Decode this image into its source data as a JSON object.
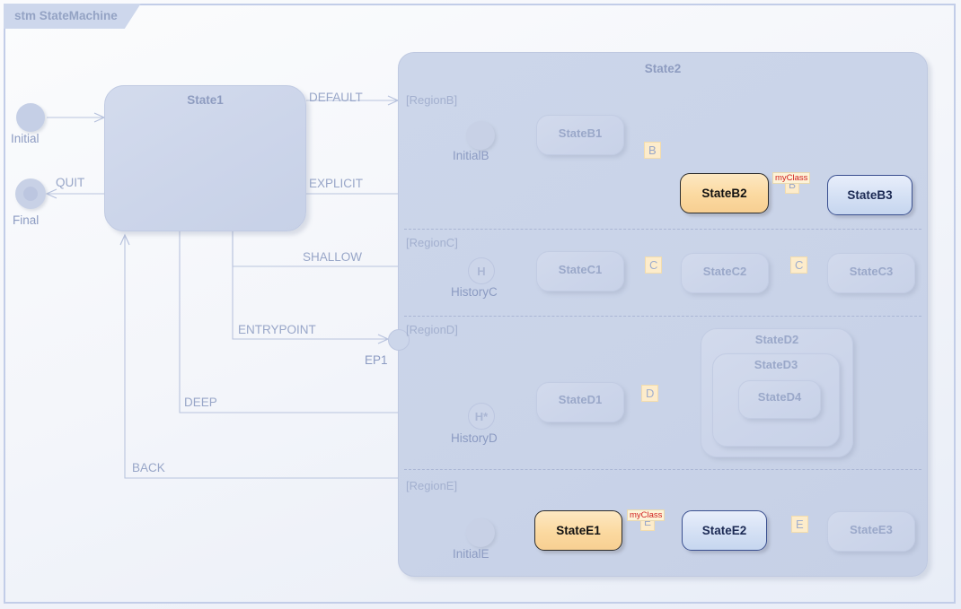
{
  "diagram": {
    "tab_label": "stm StateMachine",
    "title": "StateMachine",
    "kind": "UML State Machine Diagram",
    "colors": {
      "canvas_bg": "#f3f5fa",
      "frame_border": "#c2cde8",
      "tab_bg": "#cdd7ec",
      "state_fill": "#ccd5ea",
      "state_text": "#8e9cc0",
      "highlight_orange": "#fbd9a0",
      "highlight_blue": "#d4e0f4",
      "event_chip": "#fdeccb",
      "myclass_text": "#d02020"
    }
  },
  "top_level": {
    "initial": {
      "label": "Initial",
      "icon": "initial-pseudostate-icon"
    },
    "final": {
      "label": "Final",
      "icon": "final-state-icon"
    },
    "state1": {
      "label": "State1"
    }
  },
  "state2": {
    "label": "State2",
    "entry_point": {
      "label": "EP1",
      "icon": "entry-point-icon"
    },
    "regions": [
      {
        "label": "[RegionB]",
        "nodes": [
          {
            "name": "InitialB",
            "type": "initial",
            "icon": "initial-pseudostate-icon"
          },
          {
            "name": "StateB1",
            "type": "state",
            "style": "normal"
          },
          {
            "name": "StateB2",
            "type": "state",
            "style": "highlight-orange"
          },
          {
            "name": "StateB3",
            "type": "state",
            "style": "highlight-blue"
          }
        ],
        "transitions": [
          {
            "from": "InitialB",
            "to": "StateB1",
            "label": ""
          },
          {
            "from": "StateB1",
            "to": "StateB2",
            "label": "B"
          },
          {
            "from": "StateB2",
            "to": "StateB3",
            "label": "B",
            "stereotype": "myClass"
          }
        ]
      },
      {
        "label": "[RegionC]",
        "nodes": [
          {
            "name": "HistoryC",
            "type": "shallow-history",
            "icon": "shallow-history-icon",
            "glyph": "H"
          },
          {
            "name": "StateC1",
            "type": "state",
            "style": "normal"
          },
          {
            "name": "StateC2",
            "type": "state",
            "style": "normal"
          },
          {
            "name": "StateC3",
            "type": "state",
            "style": "normal"
          }
        ],
        "transitions": [
          {
            "from": "HistoryC",
            "to": "StateC1",
            "label": ""
          },
          {
            "from": "StateC1",
            "to": "StateC2",
            "label": "C"
          },
          {
            "from": "StateC2",
            "to": "StateC3",
            "label": "C"
          }
        ]
      },
      {
        "label": "[RegionD]",
        "nodes": [
          {
            "name": "HistoryD",
            "type": "deep-history",
            "icon": "deep-history-icon",
            "glyph": "H*"
          },
          {
            "name": "StateD1",
            "type": "state",
            "style": "normal"
          },
          {
            "name": "StateD2",
            "type": "composite-state",
            "style": "normal"
          },
          {
            "name": "StateD3",
            "type": "composite-state",
            "style": "normal"
          },
          {
            "name": "StateD4",
            "type": "state",
            "style": "normal"
          }
        ],
        "transitions": [
          {
            "from": "EP1",
            "to": "StateD1",
            "label": ""
          },
          {
            "from": "HistoryD",
            "to": "StateD1",
            "label": ""
          },
          {
            "from": "StateD1",
            "to": "StateD4",
            "label": "D"
          }
        ]
      },
      {
        "label": "[RegionE]",
        "nodes": [
          {
            "name": "InitialE",
            "type": "initial",
            "icon": "initial-pseudostate-icon"
          },
          {
            "name": "StateE1",
            "type": "state",
            "style": "highlight-orange"
          },
          {
            "name": "StateE2",
            "type": "state",
            "style": "highlight-blue"
          },
          {
            "name": "StateE3",
            "type": "state",
            "style": "normal"
          }
        ],
        "transitions": [
          {
            "from": "InitialE",
            "to": "StateE1",
            "label": ""
          },
          {
            "from": "StateE1",
            "to": "StateE2",
            "label": "E",
            "stereotype": "myClass"
          },
          {
            "from": "StateE2",
            "to": "StateE3",
            "label": "E"
          }
        ]
      }
    ]
  },
  "top_transitions": [
    {
      "label": "DEFAULT",
      "from": "State1",
      "to": "[RegionB]"
    },
    {
      "label": "EXPLICIT",
      "from": "State1",
      "to": "StateB2"
    },
    {
      "label": "SHALLOW",
      "from": "State1",
      "to": "HistoryC"
    },
    {
      "label": "ENTRYPOINT",
      "from": "State1",
      "to": "EP1"
    },
    {
      "label": "DEEP",
      "from": "State1",
      "to": "HistoryD"
    },
    {
      "label": "BACK",
      "from": "State2",
      "to": "State1"
    },
    {
      "label": "QUIT",
      "from": "State1",
      "to": "Final"
    },
    {
      "label": "",
      "from": "Initial",
      "to": "State1"
    }
  ],
  "labels": {
    "stereotype_myclass": "myClass",
    "evt_B": "B",
    "evt_C": "C",
    "evt_D": "D",
    "evt_E": "E",
    "history_shallow_glyph": "H",
    "history_deep_glyph": "H*"
  }
}
